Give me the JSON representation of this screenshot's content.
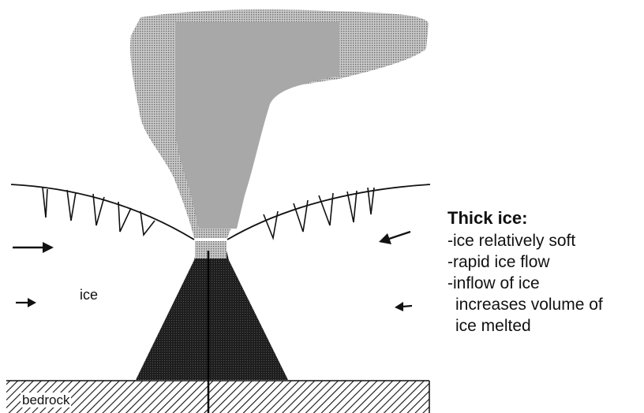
{
  "diagram": {
    "ice_label": "ice",
    "bedrock_label": "bedrock"
  },
  "panel": {
    "title": "Thick ice:",
    "lines": [
      "-ice relatively soft",
      "-rapid ice flow",
      "-inflow of ice",
      "increases volume of",
      "ice melted"
    ]
  },
  "colors": {
    "ink": "#111111",
    "plume_gray": "#a6a6a6",
    "cone_dark": "#1e1e1e"
  }
}
